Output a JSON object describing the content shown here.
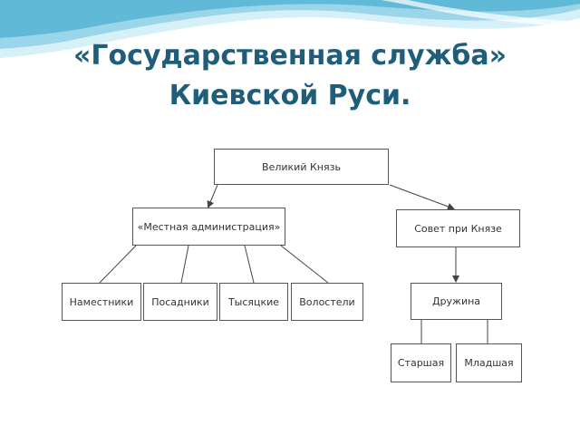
{
  "title": {
    "line1": "«Государственная служба»",
    "line2": "Киевской Руси."
  },
  "colors": {
    "title": "#1f5e7a",
    "wave_light": "#d6f0f7",
    "wave_mid": "#8fd0e6",
    "wave_dark": "#3aa6cc",
    "box_border": "#555555",
    "connector": "#444444"
  },
  "diagram": {
    "grand_prince": "Великий Князь",
    "local_admin": "«Местная администрация»",
    "council": "Совет при Князе",
    "governors": "Наместники",
    "posadniks": "Посадники",
    "tysyatskie": "Тысяцкие",
    "volosteli": "Волостели",
    "druzhina": "Дружина",
    "senior": "Старшая",
    "junior": "Младшая"
  }
}
